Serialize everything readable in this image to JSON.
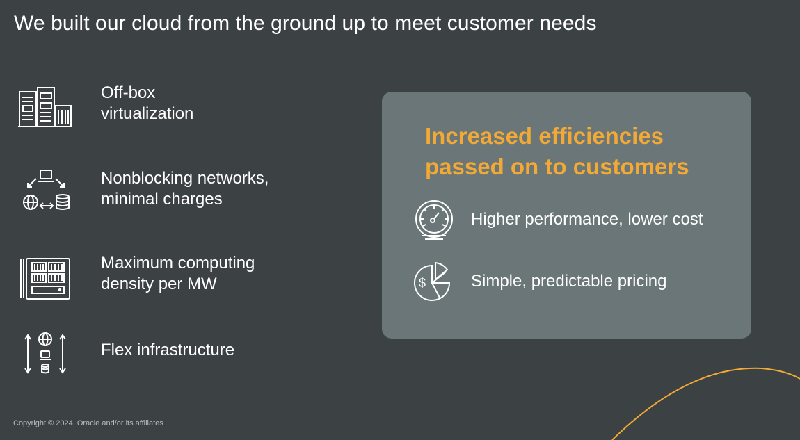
{
  "slide": {
    "title": "We built our cloud from the ground up to meet customer needs",
    "features": [
      {
        "icon": "data-center-buildings-icon",
        "lines": [
          "Off-box",
          "virtualization"
        ]
      },
      {
        "icon": "network-cycle-icon",
        "lines": [
          "Nonblocking networks,",
          "minimal charges"
        ]
      },
      {
        "icon": "server-rack-icon",
        "lines": [
          "Maximum computing",
          "density per MW"
        ]
      },
      {
        "icon": "flex-scale-icon",
        "lines": [
          "Flex infrastructure"
        ]
      }
    ],
    "panel": {
      "heading_lines": [
        "Increased efficiencies",
        "passed on to customers"
      ],
      "benefits": [
        {
          "icon": "speedometer-icon",
          "label": "Higher performance, lower cost"
        },
        {
          "icon": "pricing-pie-icon",
          "label": "Simple, predictable pricing"
        }
      ]
    },
    "copyright": "Copyright © 2024, Oracle and/or its affiliates",
    "colors": {
      "background": "#3c4144",
      "panel": "#6a7677",
      "accent": "#f2a935",
      "text": "#ffffff"
    }
  }
}
